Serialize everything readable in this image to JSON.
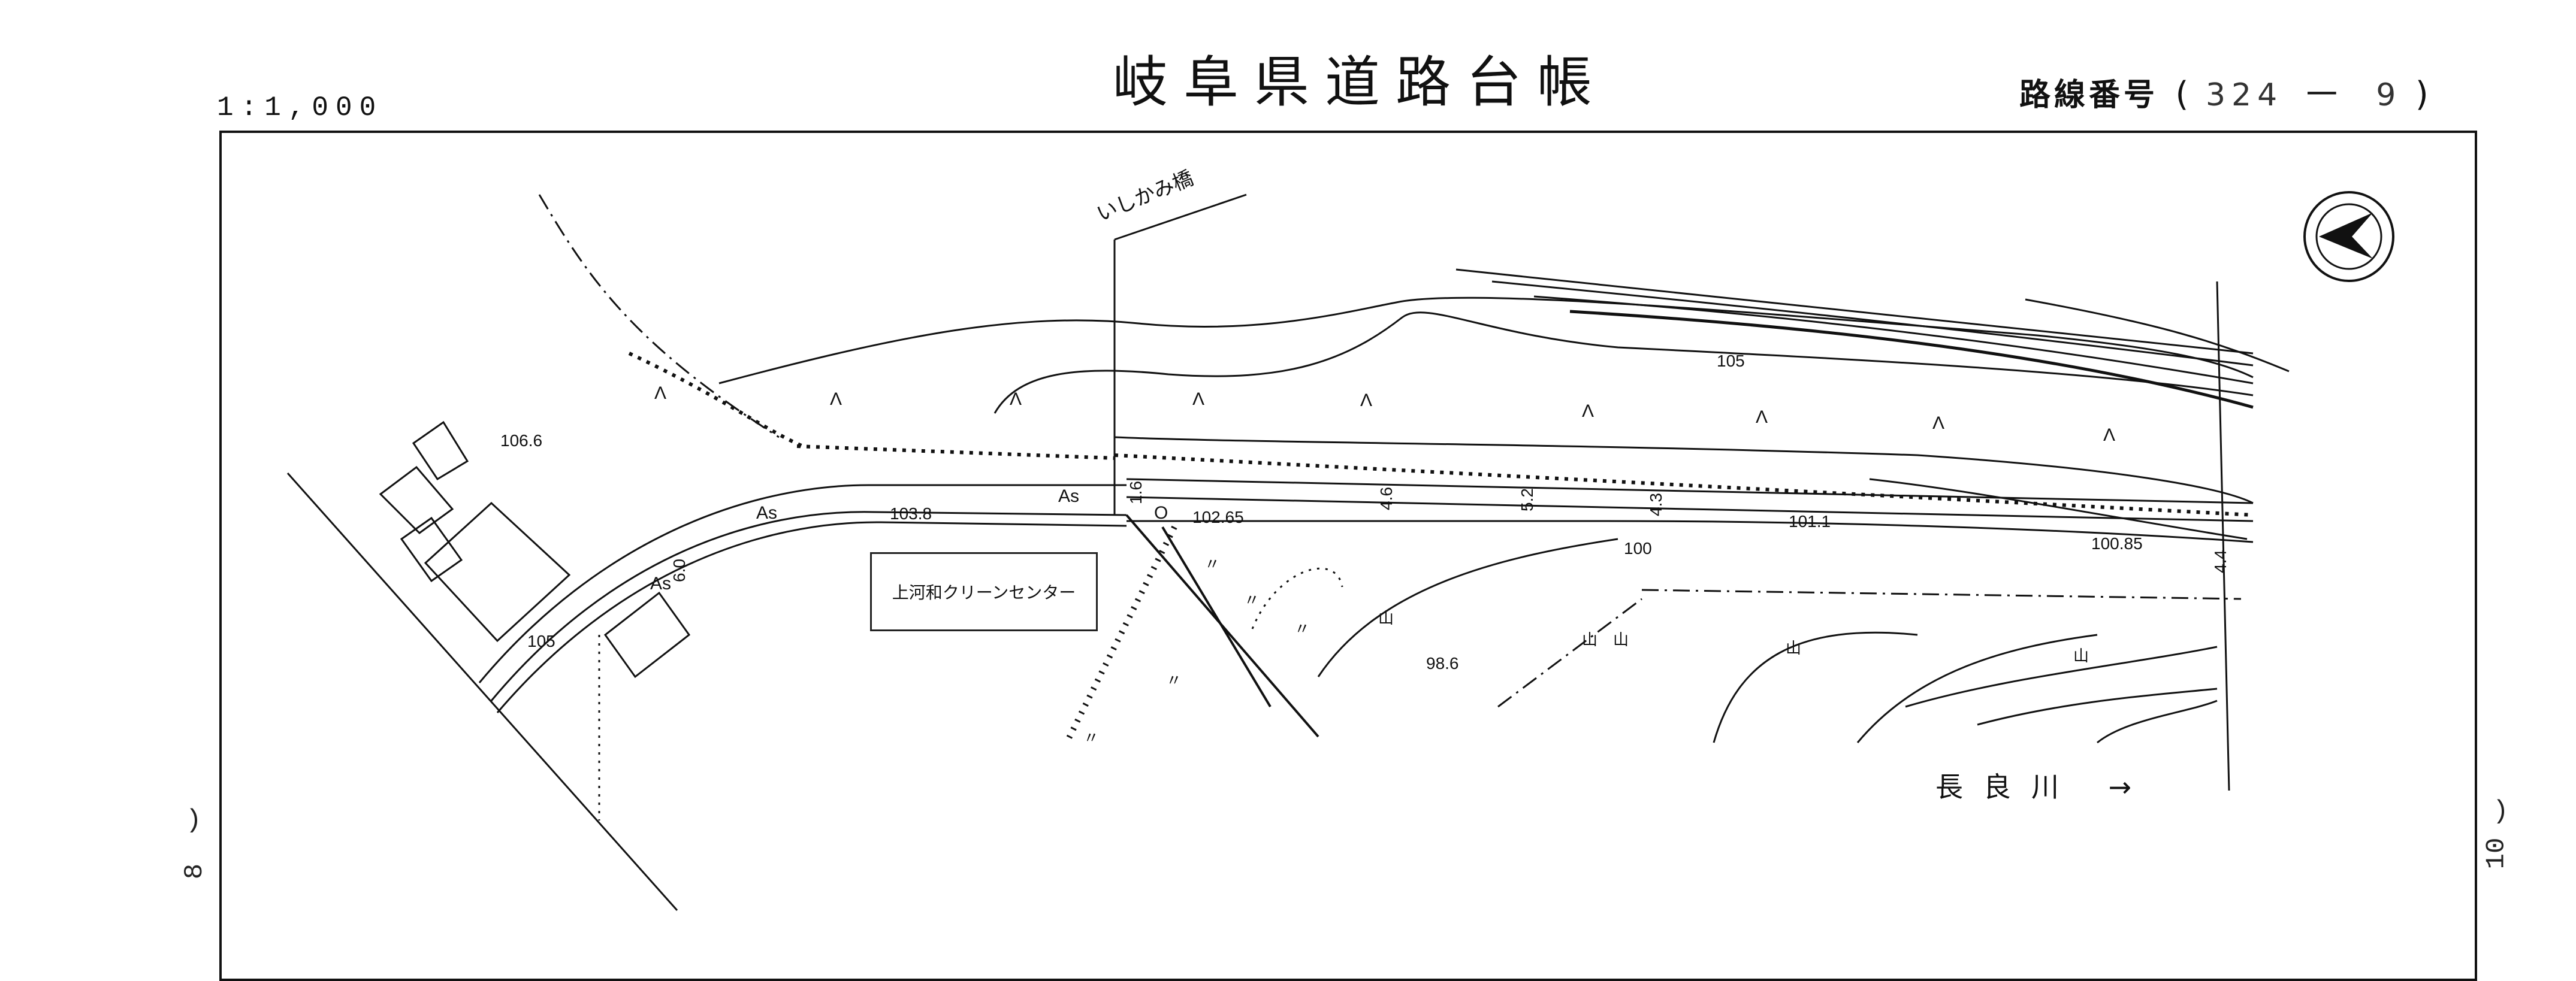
{
  "header": {
    "title": "岐阜県道路台帳",
    "scale": "1:1,000",
    "route_label": "路線番号",
    "route_open": "(",
    "route_number": "324",
    "route_dash": "一",
    "route_sheet": "9",
    "route_close": ")"
  },
  "frame_edges": {
    "left_sheet": "8",
    "right_sheet": "10",
    "paren": ")"
  },
  "labels": {
    "bridge": "いしかみ橋",
    "facility": "上河和クリーンセンター",
    "river": "長良川",
    "river_arrow": "→",
    "asphalt": "As",
    "contour_105": "105",
    "contour_100": "100",
    "elev_1066": "106.6",
    "elev_1038": "103.8",
    "elev_10265": "102.65",
    "elev_1011": "101.1",
    "elev_10085": "100.85",
    "elev_986": "98.6",
    "elev_105b": "105",
    "width_46": "4.6",
    "width_52": "5.2",
    "width_43": "4.3",
    "width_44": "4.4",
    "width_16": "1.6",
    "width_60": "6.0",
    "point_o": "O",
    "grass": "Λ",
    "mountain": "山",
    "field": "〃"
  },
  "icons": {
    "north_arrow": "north-arrow-icon"
  }
}
